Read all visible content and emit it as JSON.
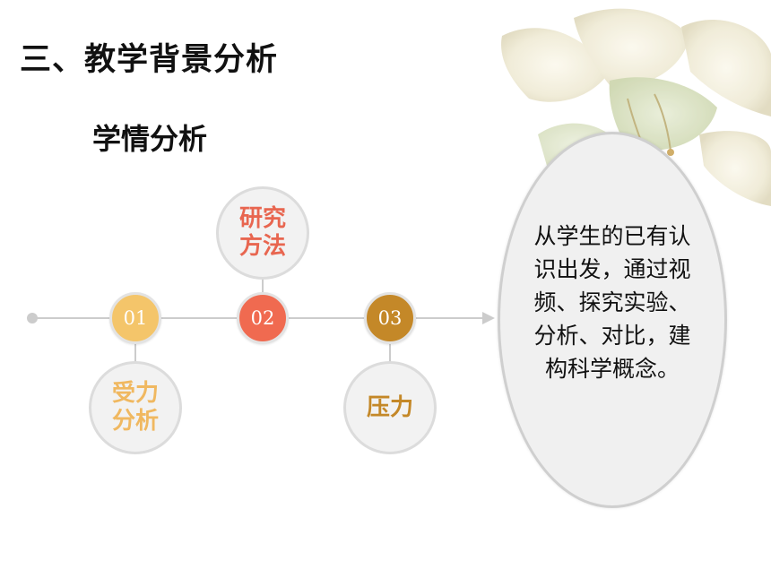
{
  "heading": "三、教学背景分析",
  "subheading": "学情分析",
  "colors": {
    "node1": "#f4c56a",
    "node2": "#f06a50",
    "node3": "#c48828",
    "text1": "#f0b860",
    "text2": "#e86650",
    "text3": "#c48828",
    "line": "#cccccc"
  },
  "steps": [
    {
      "number": "01",
      "label": "受力分析"
    },
    {
      "number": "02",
      "label": "研究方法"
    },
    {
      "number": "03",
      "label": "压力"
    }
  ],
  "callout": "从学生的已有认识出发，通过视频、探究实验、分析、对比，建构科学概念。"
}
